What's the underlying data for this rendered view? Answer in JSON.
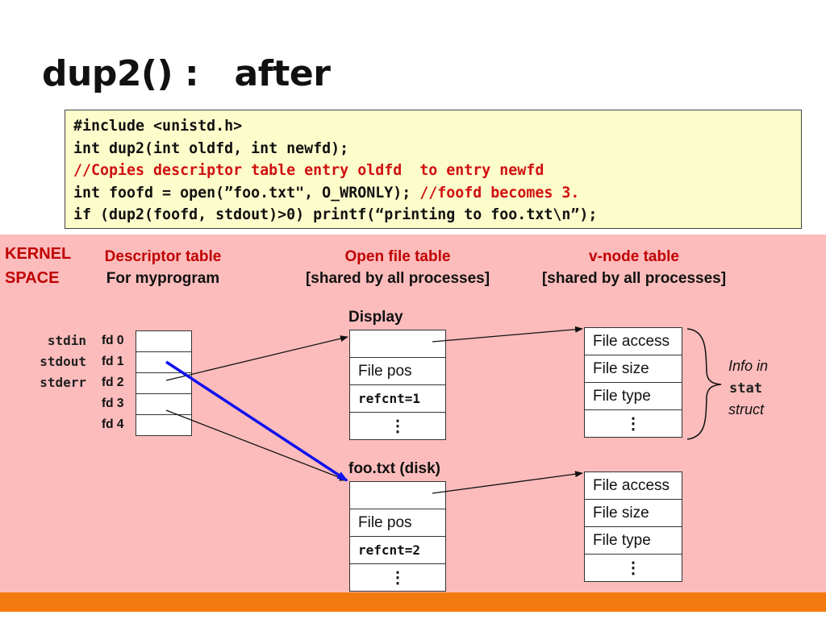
{
  "title": "dup2() :   after",
  "code": {
    "line1": "#include <unistd.h>",
    "line2": "int dup2(int oldfd, int newfd);",
    "line3": "//Copies descriptor table entry oldfd  to entry newfd",
    "line4a": "int foofd = open(”foo.txt\", O_WRONLY); ",
    "line4b": "//foofd becomes 3.",
    "line5": "if (dup2(foofd, stdout)>0) printf(“printing to foo.txt\\n”);"
  },
  "kernel_label": {
    "line1": "KERNEL",
    "line2": "SPACE"
  },
  "headers": {
    "descriptor": {
      "title": "Descriptor table",
      "subtitle": "For myprogram"
    },
    "open_file": {
      "title": "Open file table",
      "subtitle": "[shared by all processes]"
    },
    "vnode": {
      "title": "v-node table",
      "subtitle": "[shared by all processes]"
    }
  },
  "std_names": [
    "stdin",
    "stdout",
    "stderr"
  ],
  "fd_labels": [
    "fd 0",
    "fd 1",
    "fd 2",
    "fd 3",
    "fd 4"
  ],
  "open_file_entries": [
    {
      "label": "Display",
      "file_pos": "File pos",
      "refcnt": "refcnt=1",
      "dots": "⋮"
    },
    {
      "label": "foo.txt (disk)",
      "file_pos": "File pos",
      "refcnt": "refcnt=2",
      "dots": "⋮"
    }
  ],
  "vnode_entries": [
    {
      "access": "File access",
      "size": "File size",
      "type": "File type",
      "dots": "⋮"
    },
    {
      "access": "File access",
      "size": "File size",
      "type": "File type",
      "dots": "⋮"
    }
  ],
  "info": {
    "line1": "Info in",
    "line2": "stat",
    "line3": "struct"
  },
  "colors": {
    "kernel_bg": "#fcbcbc",
    "code_bg": "#fdfdcc",
    "accent_red": "#c00000",
    "dup_arrow": "#1010ee",
    "footer": "#f47a10"
  }
}
